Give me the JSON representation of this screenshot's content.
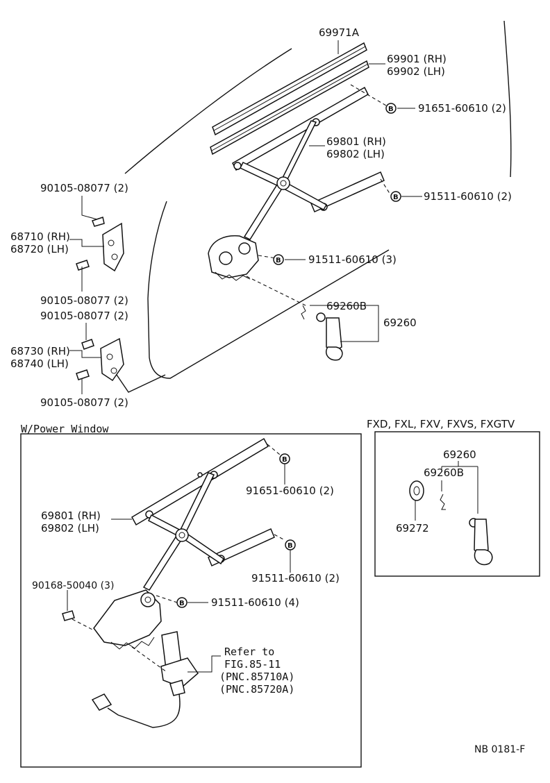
{
  "diagram": {
    "labels": {
      "p69971a": "69971A",
      "p69901": "69901 (RH)",
      "p69902": "69902 (LH)",
      "p91651_top": "91651-60610 (2)",
      "p69801_top": "69801 (RH)",
      "p69802_top": "69802 (LH)",
      "p91511_top_2": "91511-60610 (2)",
      "p91511_top_3": "91511-60610 (3)",
      "p69260b_top": "69260B",
      "p69260_top": "69260",
      "p90105_a": "90105-08077 (2)",
      "p68710": "68710 (RH)",
      "p68720": "68720 (LH)",
      "p90105_b": "90105-08077 (2)",
      "p90105_c": "90105-08077 (2)",
      "p68730": "68730 (RH)",
      "p68740": "68740 (LH)",
      "p90105_d": "90105-08077 (2)",
      "power_window_title": "W/Power Window",
      "p91651_pw": "91651-60610 (2)",
      "p69801_pw": "69801 (RH)",
      "p69802_pw": "69802 (LH)",
      "p91511_pw_2": "91511-60610 (2)",
      "p90168": "90168-50040 (3)",
      "p91511_pw_4": "91511-60610 (4)",
      "refer_line1": "Refer to",
      "refer_line2": "FIG.85-11",
      "refer_line3": "(PNC.85710A)",
      "refer_line4": "(PNC.85720A)",
      "variant_title": "FXD, FXL, FXV, FXVS, FXGTV",
      "p69260_var": "69260",
      "p69260b_var": "69260B",
      "p69272": "69272",
      "ref_code": "NB 0181-F",
      "bolt_marker": "B"
    }
  }
}
